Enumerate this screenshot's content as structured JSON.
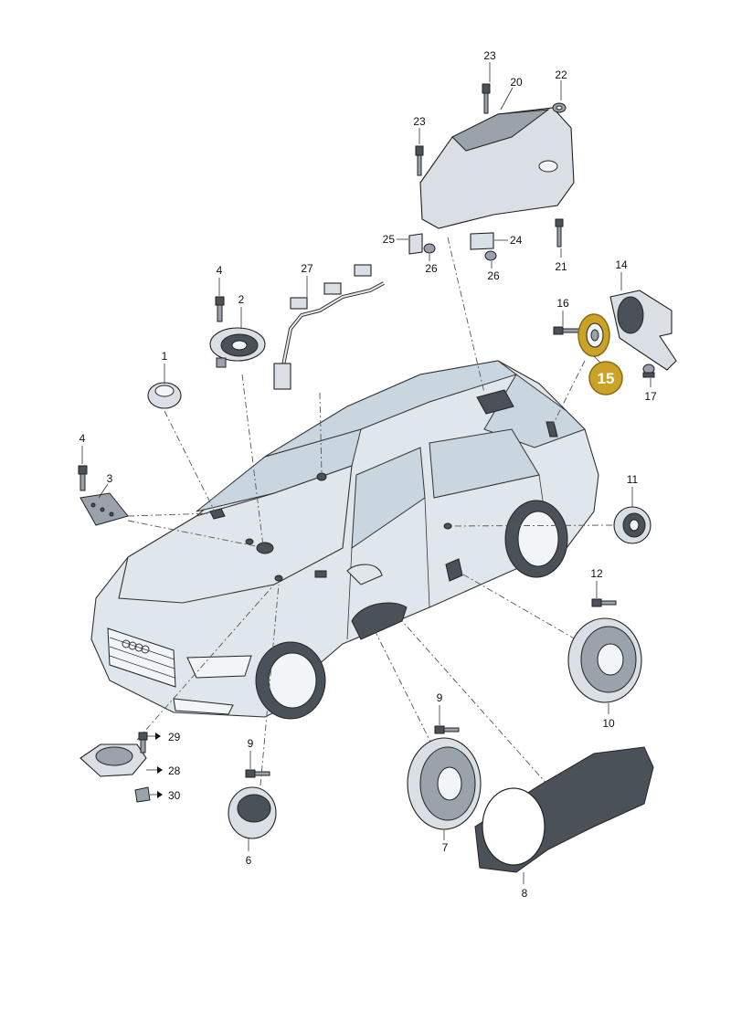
{
  "diagram": {
    "highlighted_part": "15",
    "callouts": {
      "c1": "1",
      "c2": "2",
      "c3": "3",
      "c4a": "4",
      "c4b": "4",
      "c6": "6",
      "c7": "7",
      "c8": "8",
      "c9a": "9",
      "c9b": "9",
      "c10": "10",
      "c11": "11",
      "c12": "12",
      "c14": "14",
      "c16": "16",
      "c17": "17",
      "c20": "20",
      "c21": "21",
      "c22": "22",
      "c23a": "23",
      "c23b": "23",
      "c24": "24",
      "c25": "25",
      "c26a": "26",
      "c26b": "26",
      "c27": "27",
      "c28": "28",
      "c29": "29",
      "c30": "30"
    },
    "colors": {
      "highlight_fill": "#c9a227",
      "highlight_stroke": "#8a6d12"
    }
  }
}
